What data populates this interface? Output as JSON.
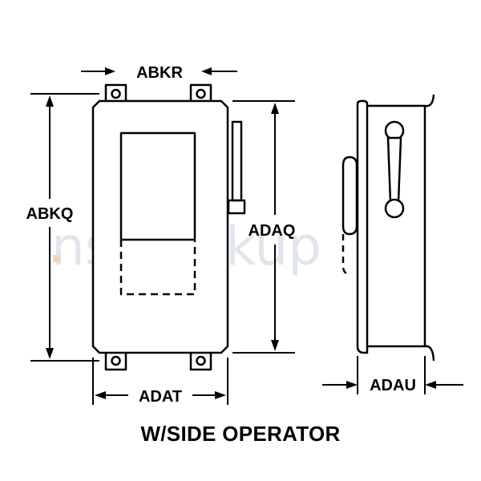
{
  "diagram": {
    "dimension_labels": {
      "top_width": "ABKR",
      "overall_height": "ABKQ",
      "body_height": "ADAQ",
      "body_width": "ADAT",
      "side_depth": "ADAU"
    },
    "caption": "W/SIDE OPERATOR",
    "watermark": "nsnlookup"
  },
  "colors": {
    "line": "#000000",
    "background": "#ffffff",
    "watermark_main": "#c9d2df",
    "watermark_dot": "#f4b27a"
  }
}
